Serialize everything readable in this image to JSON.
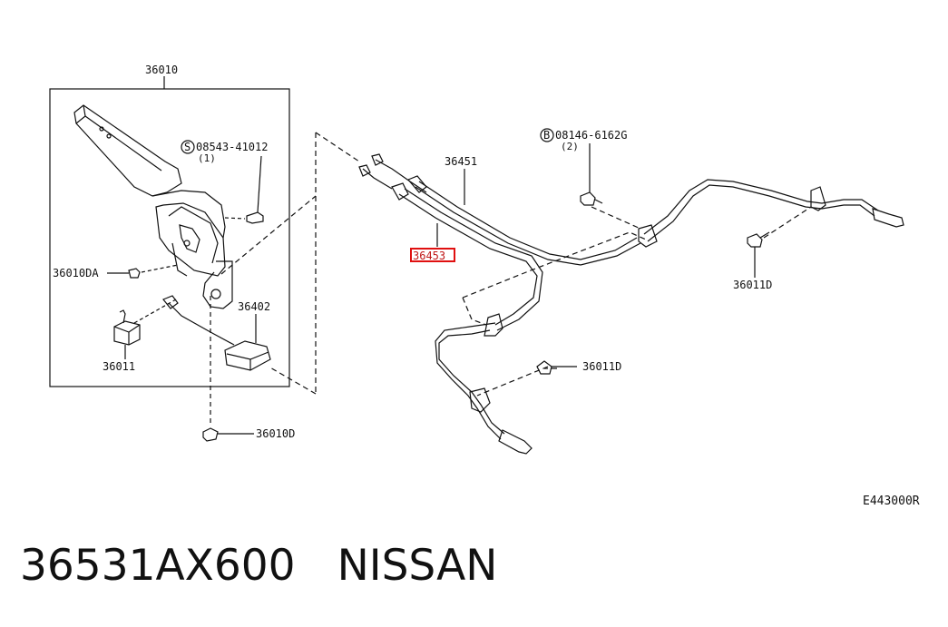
{
  "labels": {
    "lever_assy": "36010",
    "screw_part": "08543-41012",
    "screw_qty": "(1)",
    "screw_symbol": "S",
    "bolt_part": "08146-6162G",
    "bolt_qty": "(2)",
    "bolt_symbol": "B",
    "cable_front": "36451",
    "cable_highlighted": "36453",
    "nut_da": "36010DA",
    "cable_lever": "36402",
    "switch": "36011",
    "bracket_bolt_right": "36011D",
    "bracket_bolt_lower": "36011D",
    "nut_d": "36010D"
  },
  "diagram_ref": "E443000R",
  "footer": {
    "part_number": "36531AX600",
    "brand": "NISSAN"
  },
  "colors": {
    "line": "#111111",
    "highlight": "#e01010"
  }
}
